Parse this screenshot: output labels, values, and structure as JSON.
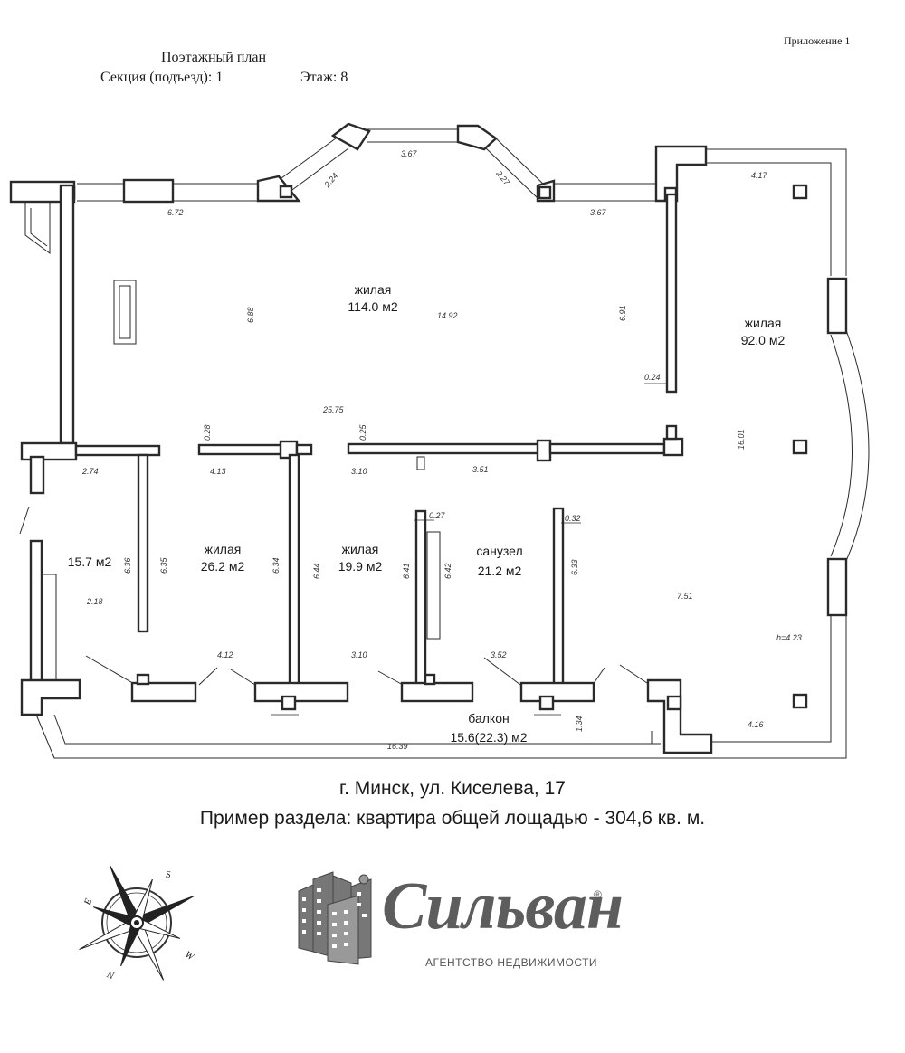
{
  "header": {
    "appendix": "Приложение 1",
    "title": "Поэтажный план",
    "section": "Секция (подъезд): 1",
    "floor": "Этаж: 8"
  },
  "rooms": [
    {
      "type": "жилая",
      "area": "114.0 м2"
    },
    {
      "type": "жилая",
      "area": "92.0 м2"
    },
    {
      "type": "",
      "area": "15.7 м2"
    },
    {
      "type": "жилая",
      "area": "26.2 м2"
    },
    {
      "type": "жилая",
      "area": "19.9 м2"
    },
    {
      "type": "санузел",
      "area": "21.2 м2"
    },
    {
      "type": "балкон",
      "area": "15.6(22.3) м2"
    }
  ],
  "dimensions": [
    "3.67",
    "2.24",
    "2.27",
    "4.17",
    "6.72",
    "3.67",
    "6.88",
    "14.92",
    "6.91",
    "0.24",
    "25.75",
    "0.28",
    "0.25",
    "16.01",
    "2.74",
    "4.13",
    "3.10",
    "3.51",
    "0.27",
    "0.32",
    "6.36",
    "6.35",
    "6.34",
    "6.44",
    "6.41",
    "6.42",
    "6.33",
    "2.18",
    "7.51",
    "h=4.23",
    "4.12",
    "3.10",
    "3.52",
    "1.34",
    "4.16",
    "16.39"
  ],
  "footer": {
    "address": "г. Минск, ул. Киселева, 17",
    "example": "Пример раздела: квартира общей лощадью - 304,6 кв. м."
  },
  "compass": {
    "letters": [
      "S",
      "E",
      "W",
      "N"
    ]
  },
  "brand": {
    "name": "Сильван",
    "tagline": "АГЕНТСТВО НЕДВИЖИМОСТИ",
    "registered": "®"
  }
}
